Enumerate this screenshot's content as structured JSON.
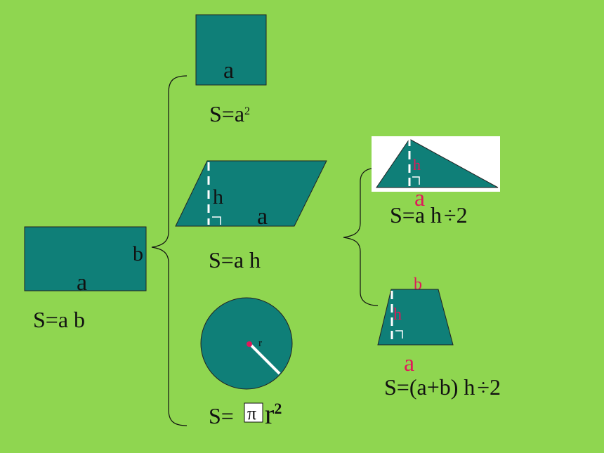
{
  "colors": {
    "background": "#8fd650",
    "shape_fill": "#0f7f78",
    "shape_stroke": "#222222",
    "text": "#111111",
    "accent": "#e0185a",
    "white": "#ffffff"
  },
  "rectangle": {
    "side_a": "a",
    "side_b": "b",
    "formula": "S=a b"
  },
  "square": {
    "side": "a",
    "formula_base": "S=a",
    "formula_exp": "2"
  },
  "parallelogram": {
    "height": "h",
    "base": "a",
    "formula": "S=a h"
  },
  "circle": {
    "radius": "r",
    "formula_prefix": "S=",
    "pi_symbol": "π",
    "formula_var": "r",
    "formula_exp": "2"
  },
  "triangle": {
    "height": "h",
    "base": "a",
    "formula_main": "S=a h",
    "divide": "÷",
    "formula_tail": "2"
  },
  "trapezoid": {
    "top": "b",
    "height": "h",
    "bottom": "a",
    "formula_main": "S=(a+b) h",
    "divide": "÷",
    "formula_tail": "2"
  }
}
